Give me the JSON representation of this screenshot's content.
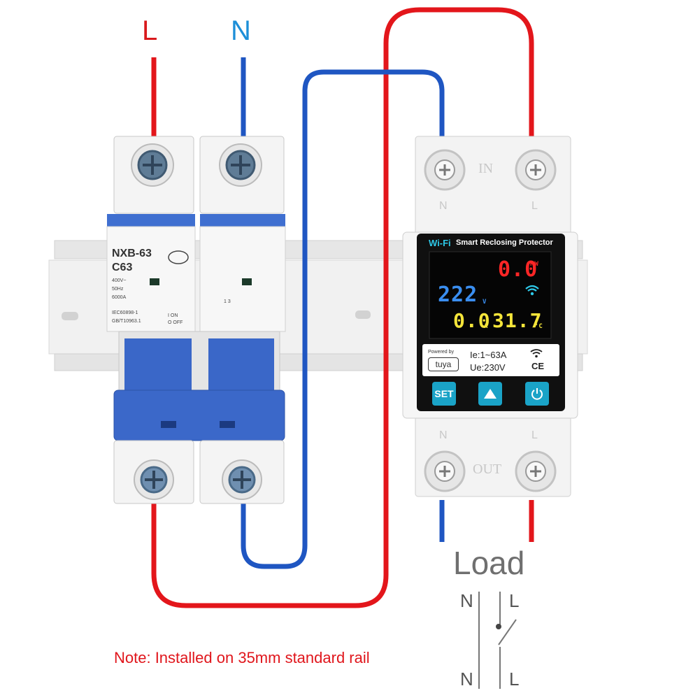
{
  "supply": {
    "line_label": "L",
    "neutral_label": "N"
  },
  "breaker": {
    "model": "NXB-63",
    "rating": "C63",
    "spec_voltage": "400V~",
    "spec_freq": "50Hz",
    "spec_capacity": "6000A",
    "standard_1": "IEC60898-1",
    "standard_2": "GB/T10963.1",
    "on_label": "I ON",
    "off_label": "O OFF",
    "pole2_marking": "1 3"
  },
  "protector": {
    "terminal_in": "IN",
    "terminal_out": "OUT",
    "terminal_n": "N",
    "terminal_l": "L",
    "wifi_label": "Wi-Fi",
    "title": "Smart Reclosing Protector",
    "display": {
      "power_value": "0.0",
      "power_unit": "KW",
      "voltage_value": "222",
      "voltage_unit": "V",
      "current_value": "0.0",
      "current_unit": "A",
      "temp_value": "31.7",
      "temp_unit": "°C"
    },
    "powered_by": "Powered by",
    "brand": "tuya",
    "current_range": "Ie:1~63A",
    "rated_voltage": "Ue:230V",
    "ce_mark": "CE",
    "buttons": {
      "set": "SET"
    }
  },
  "load": {
    "title": "Load",
    "n_top": "N",
    "l_top": "L",
    "n_bottom": "N",
    "l_bottom": "L"
  },
  "note": "Note: Installed on 35mm standard rail",
  "colors": {
    "line": "#e3161b",
    "neutral": "#1f56c2",
    "breaker_blue": "#3a67c8",
    "button_teal": "#1aa3c7"
  }
}
